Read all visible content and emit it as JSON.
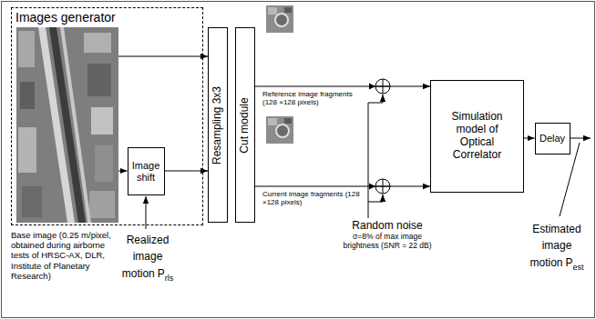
{
  "diagram": {
    "nodes": [
      {
        "text": [
          "Images generator"
        ]
      },
      {
        "text": [
          "Base image (0.25 m/pixel, obtained during airborne tests of HRSC-AX, DLR, Institute of Planetary Research)"
        ],
        "in": 0
      },
      {
        "text": [
          "Image shift"
        ],
        "in": 0
      },
      {
        "text": [
          "Resampling 3x3"
        ]
      },
      {
        "text": [
          "Cut module"
        ]
      },
      {
        "text": [
          "Simulation model of Optical Correlator"
        ]
      },
      {
        "text": [
          "Delay"
        ]
      }
    ],
    "edges": [
      {
        "from": 1,
        "to": 3,
        "arrow": "to"
      },
      {
        "from": 1,
        "to": 2,
        "arrow": "to"
      },
      {
        "from": 2,
        "to": 3,
        "arrow": "to"
      },
      {
        "from": 4,
        "to": 5,
        "arrow": "to"
      },
      {
        "from": 4,
        "to": 5,
        "arrow": "to"
      },
      {
        "from": 5,
        "to": 6,
        "arrow": "to"
      }
    ],
    "labels": [
      "Reference image fragments (128 ×128 pixels)",
      "Current image fragments (128 ×128 pixels)",
      "Realized image motion",
      "P",
      "rls",
      "Random noise",
      "σ=8% of max image brightness (SNR = 22 dB)",
      "Estimated image motion",
      "P",
      "est"
    ]
  }
}
